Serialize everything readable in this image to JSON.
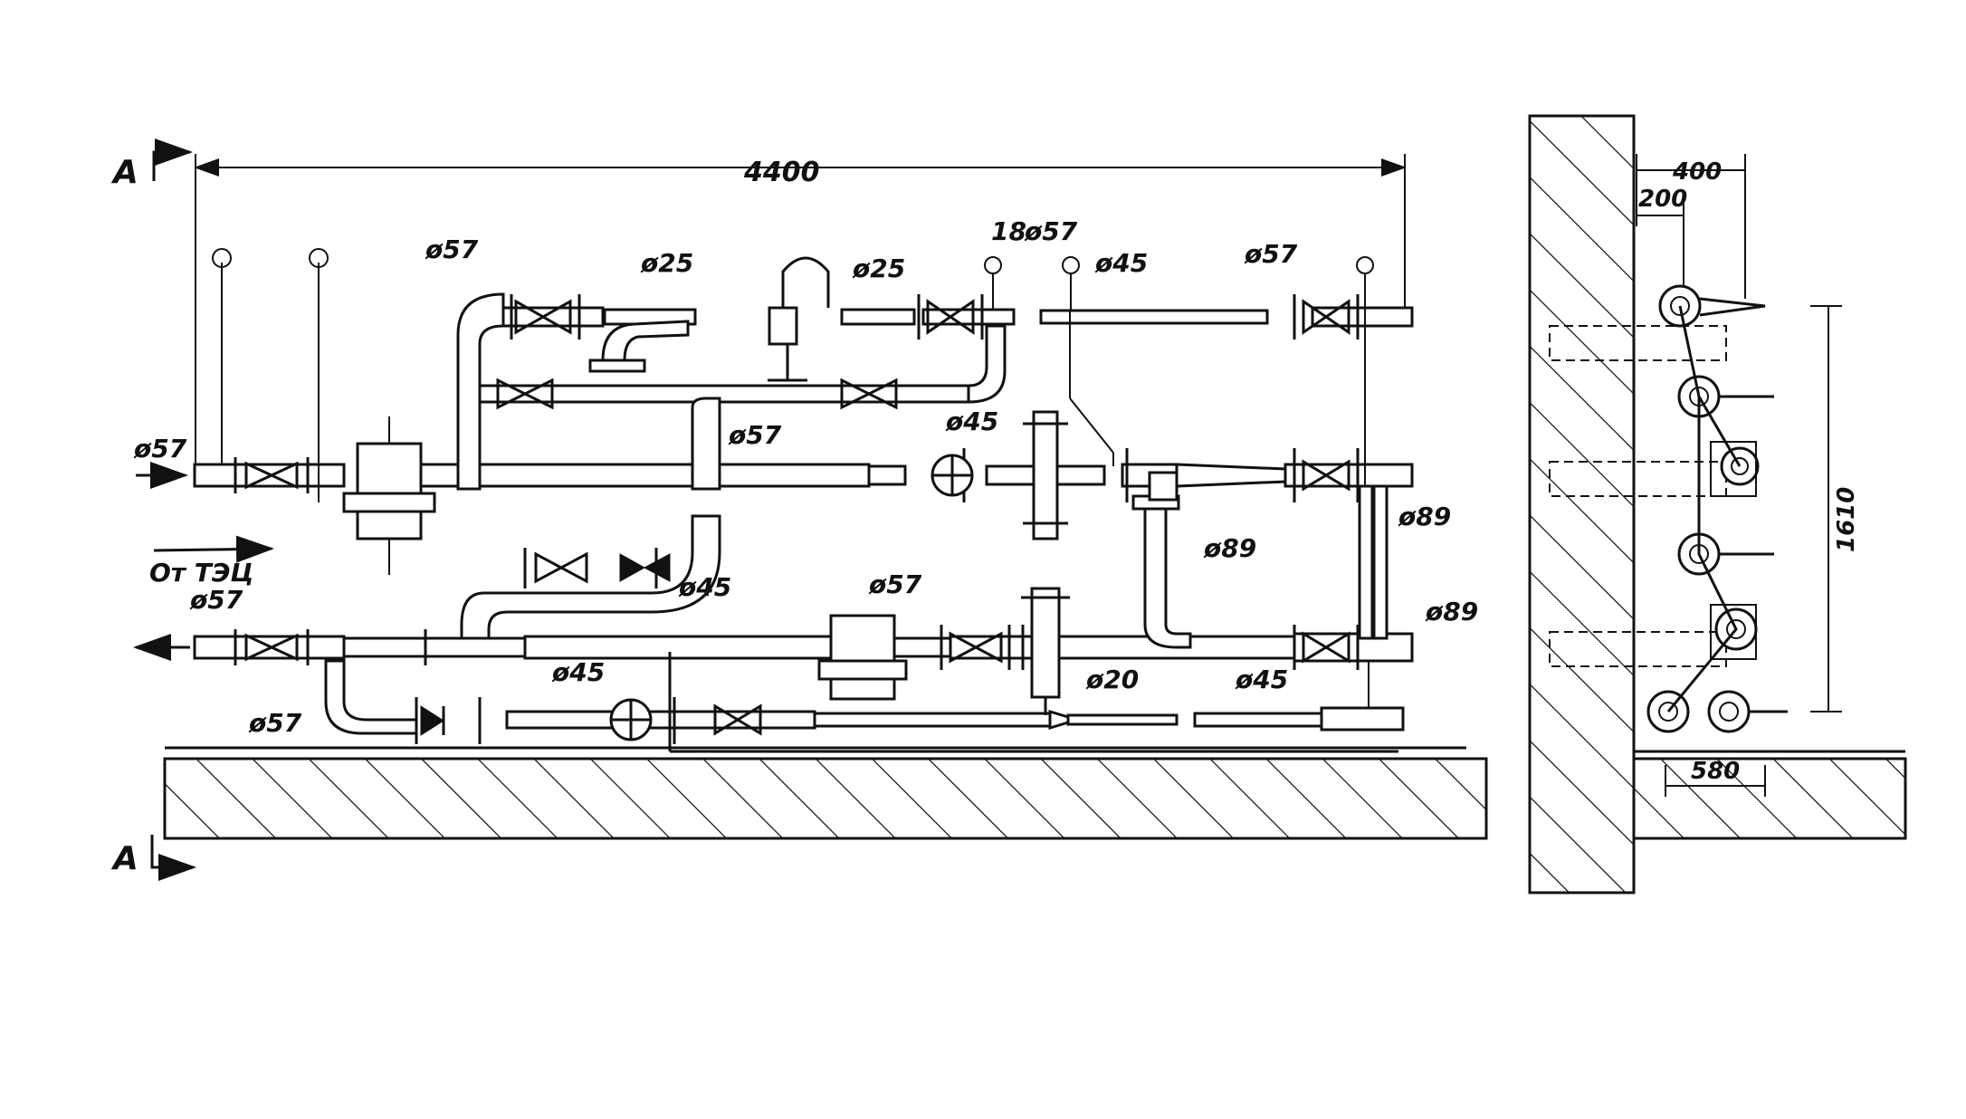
{
  "section_mark": "А",
  "dims": {
    "overall_length": "4400",
    "side_400": "400",
    "side_200": "200",
    "side_1610": "1610",
    "side_580": "580"
  },
  "labels": {
    "d57_inlet": "ø57",
    "d57_top": "ø57",
    "d25_a": "ø25",
    "d25_b": "ø25",
    "n18": "18",
    "d57_mid_top": "ø57",
    "d45_top": "ø45",
    "d57_top_right": "ø57",
    "d57_riser": "ø57",
    "d45_main": "ø45",
    "d89_upper": "ø89",
    "d89_mid": "ø89",
    "d89_lower": "ø89",
    "from_tec": "От ТЭЦ",
    "d57_return": "ø57",
    "d45_return": "ø45",
    "d57_return_mid": "ø57",
    "d45_bottom": "ø45",
    "d57_bottom_left": "ø57",
    "d20": "ø20",
    "d45_bottom_right": "ø45"
  }
}
